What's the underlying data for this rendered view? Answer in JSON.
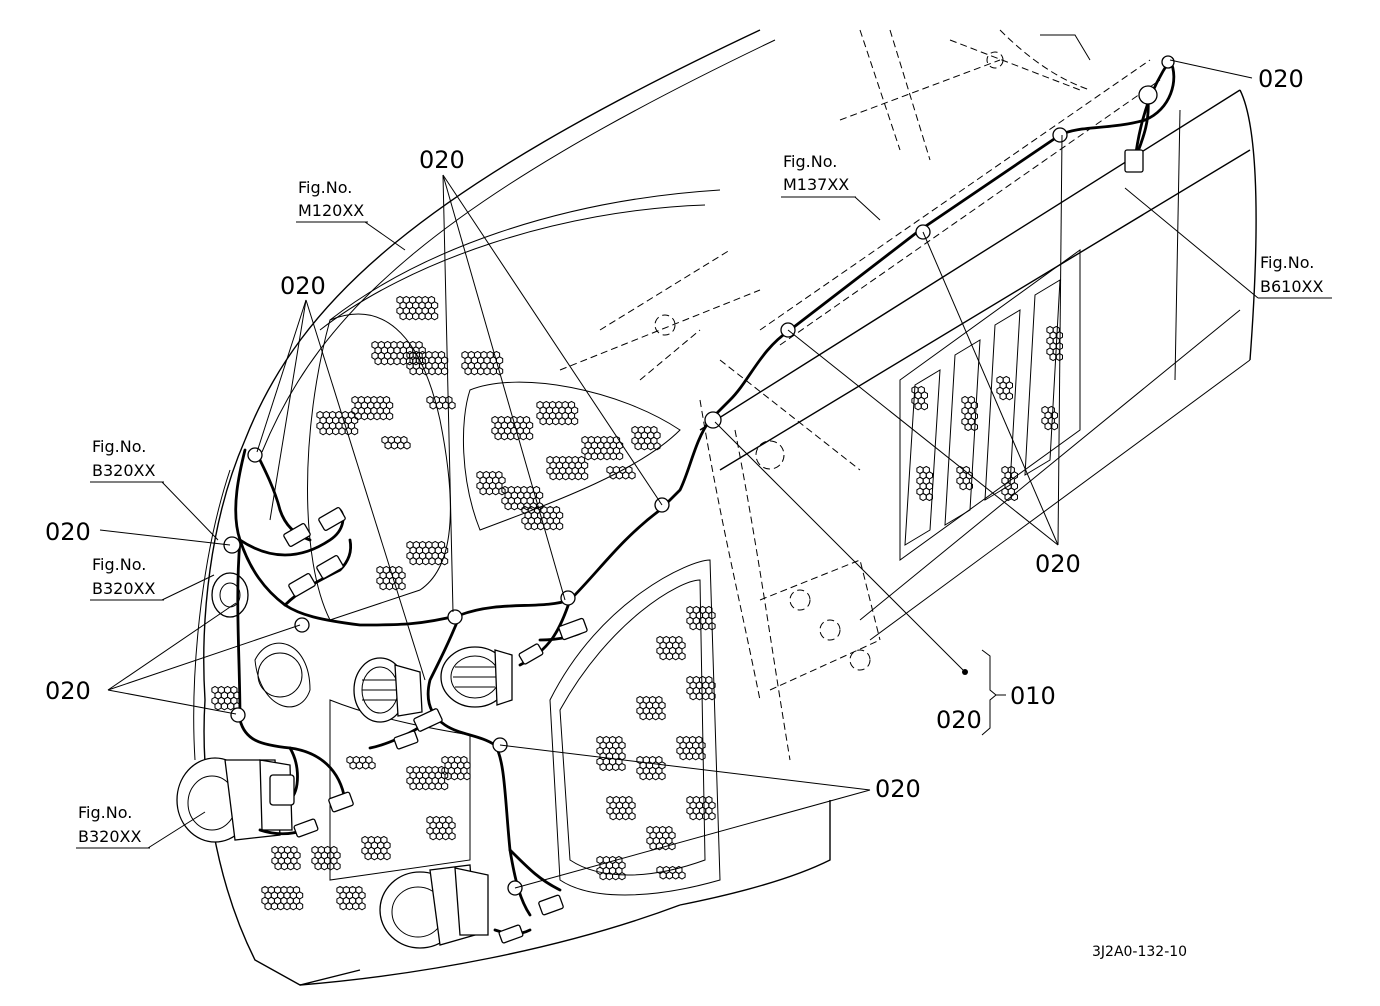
{
  "diagram": {
    "part_labels": {
      "top_right": "020",
      "upper_center": "020",
      "upper_left": "020",
      "left_mid": "020",
      "left_lower": "020",
      "right_mid": "020",
      "bracket_lower": "020",
      "bracket_main": "010",
      "bottom_center": "020"
    },
    "fig_refs": [
      {
        "prefix": "Fig.No.",
        "code": "M120XX"
      },
      {
        "prefix": "Fig.No.",
        "code": "M137XX"
      },
      {
        "prefix": "Fig.No.",
        "code": "B610XX"
      },
      {
        "prefix": "Fig.No.",
        "code": "B320XX"
      },
      {
        "prefix": "Fig.No.",
        "code": "B320XX"
      },
      {
        "prefix": "Fig.No.",
        "code": "B320XX"
      }
    ],
    "drawing_code": "3J2A0-132-10"
  }
}
